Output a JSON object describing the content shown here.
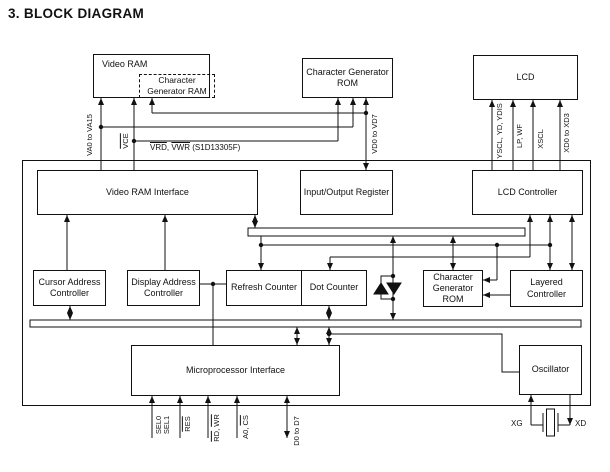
{
  "title": "3.  BLOCK DIAGRAM",
  "colors": {
    "line": "#111111",
    "background": "#ffffff"
  },
  "blocks": {
    "video_ram": "Video RAM",
    "char_gen_ram": "Character Generator RAM",
    "char_gen_rom_top": "Character Generator ROM",
    "lcd": "LCD",
    "video_ram_interface": "Video RAM Interface",
    "io_register": "Input/Output Register",
    "lcd_controller": "LCD Controller",
    "cursor_address_controller": "Cursor Address Controller",
    "display_address_controller": "Display Address Controller",
    "refresh_counter": "Refresh Counter",
    "dot_counter": "Dot Counter",
    "char_gen_rom_mid": "Character Generator ROM",
    "layered_controller": "Layered Controller",
    "microprocessor_interface": "Microprocessor Interface",
    "oscillator": "Oscillator"
  },
  "video_signals": {
    "va": "VA0 to VA15",
    "vce": "VCE",
    "vrd_vwr": {
      "a": "VRD",
      "sep": ", ",
      "b": "VWR",
      "suffix": " (S1D13305F)"
    },
    "vd": "VD0 to VD7"
  },
  "lcd_signals": {
    "group1": "YSCL, YD, YDIS",
    "group2": "LP, WF",
    "group3": "XSCL",
    "group4": "XD0 to XD3"
  },
  "mpu_signals": {
    "sel0": "SEL0",
    "sel1": "SEL1",
    "res": "RES",
    "rd_wr": {
      "a": "RD",
      "sep": ", ",
      "b": "WR"
    },
    "a0_cs": {
      "a": "A0, ",
      "b": "CS"
    },
    "data": "D0 to D7"
  },
  "osc_signals": {
    "xg": "XG",
    "xd": "XD"
  }
}
